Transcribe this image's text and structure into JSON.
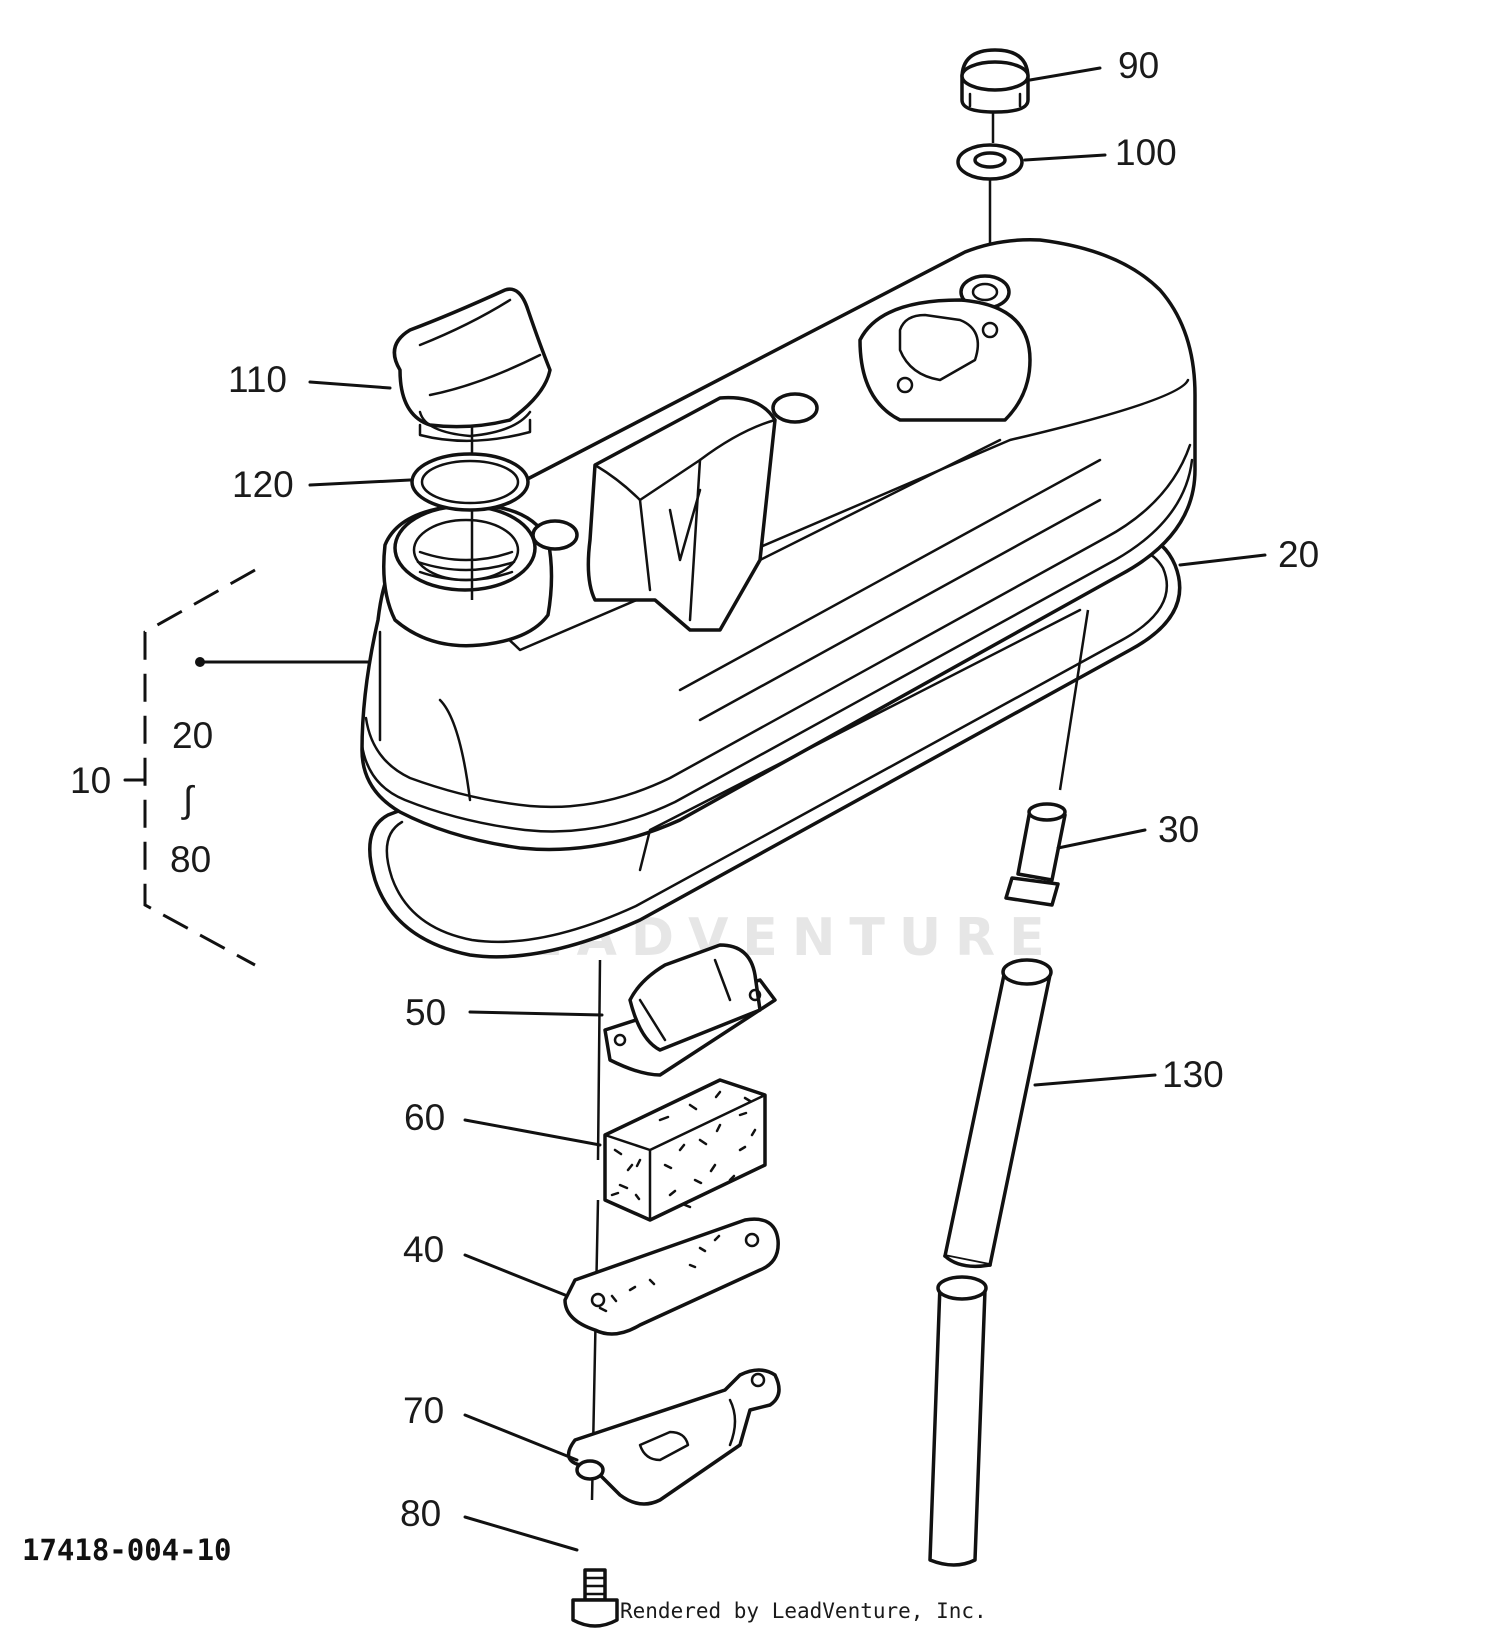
{
  "diagram": {
    "callouts": {
      "c90": "90",
      "c100": "100",
      "c110": "110",
      "c120": "120",
      "c20_right": "20",
      "c10": "10",
      "c20_range": "20",
      "c_range_sym": "∫",
      "c80_range": "80",
      "c30": "30",
      "c50": "50",
      "c60": "60",
      "c130": "130",
      "c40": "40",
      "c70": "70",
      "c80": "80"
    },
    "drawing_id": "17418-004-10",
    "render_credit": "Rendered by LeadVenture, Inc.",
    "watermark": "LEADVENTURE",
    "colors": {
      "line": "#111111",
      "watermark": "#e6e6e6"
    }
  }
}
